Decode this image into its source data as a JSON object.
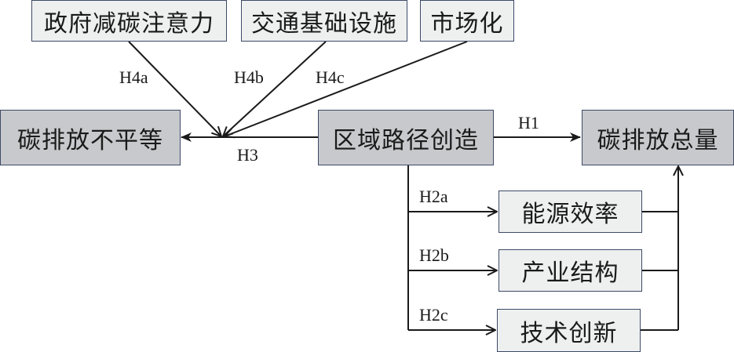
{
  "diagram": {
    "nodes": {
      "moderator_government": "政府减碳注意力",
      "moderator_transport": "交通基础设施",
      "moderator_market": "市场化",
      "carbon_inequality": "碳排放不平等",
      "regional_path_creation": "区域路径创造",
      "total_carbon_emissions": "碳排放总量",
      "energy_efficiency": "能源效率",
      "industrial_structure": "产业结构",
      "technological_innovation": "技术创新"
    },
    "edges": {
      "h1": "H1",
      "h2a": "H2a",
      "h2b": "H2b",
      "h2c": "H2c",
      "h3": "H3",
      "h4a": "H4a",
      "h4b": "H4b",
      "h4c": "H4c"
    },
    "colors": {
      "dark_box": "#c8c9cc",
      "light_box": "#eef0f0",
      "border": "#3d4a66",
      "line": "#1a1a1a"
    }
  }
}
